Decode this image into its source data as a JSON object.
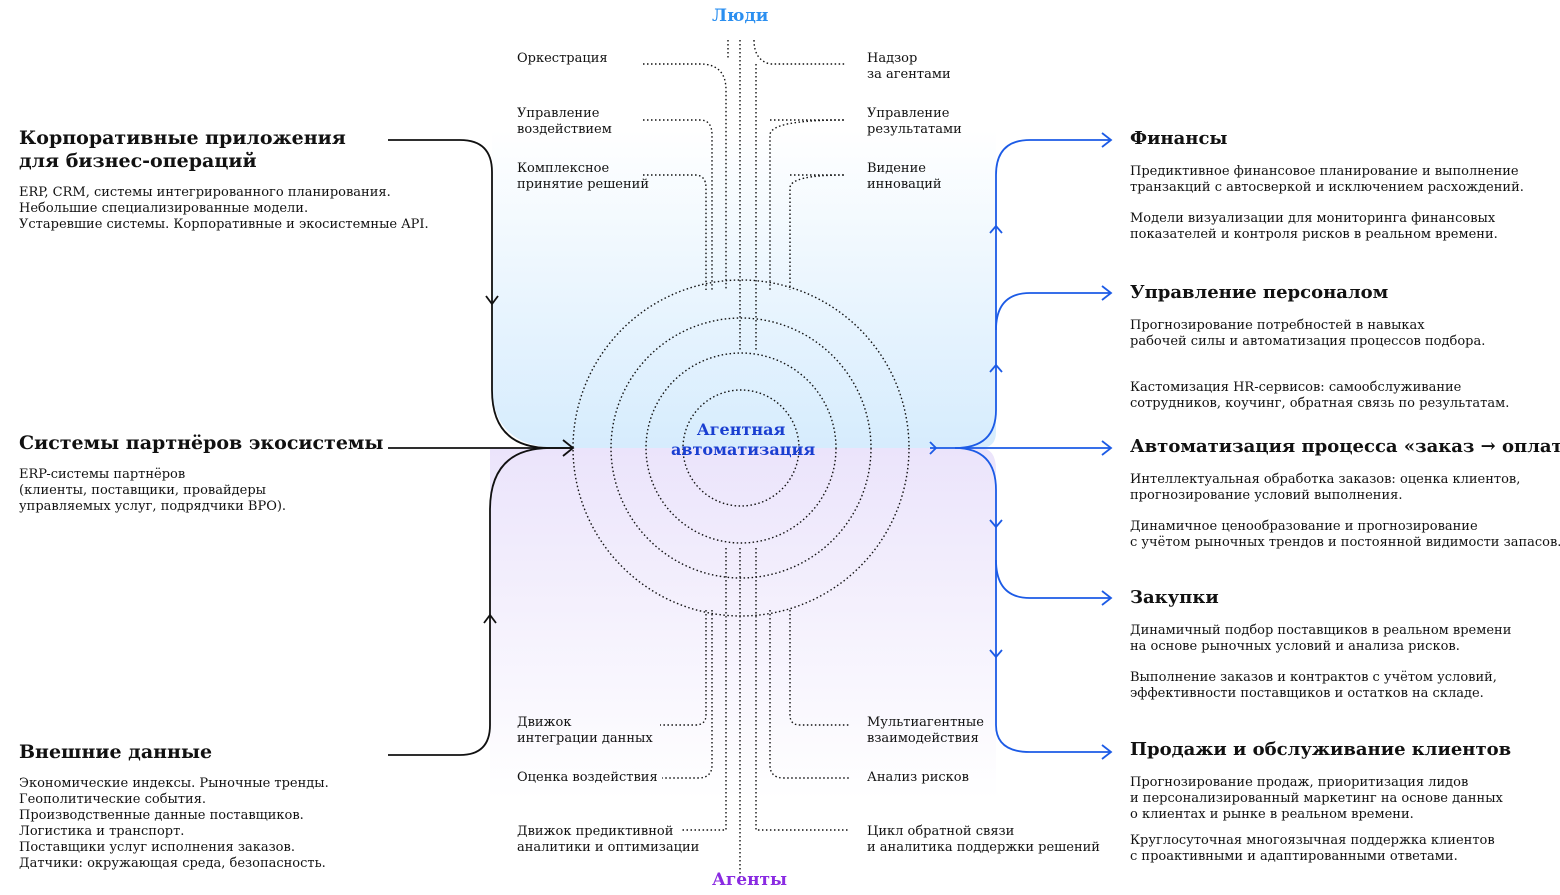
{
  "poles": {
    "top": "Люди",
    "bottom": "Агенты",
    "top_color": "#2b8ff0",
    "bottom_color": "#8a2be2"
  },
  "center": {
    "lines": [
      "Агентная",
      "автоматизация"
    ],
    "color": "#1a3fd1"
  },
  "colors": {
    "flow_blue": "#1c5be6",
    "flow_black": "#111111",
    "top_tint": "#dcefff",
    "bottom_tint": "#ece6fb"
  },
  "left": {
    "corporate": {
      "title_lines": [
        "Корпоративные приложения",
        "для бизнес-операций"
      ],
      "body_lines": [
        "ERP, CRM, системы интегрированного планирования.",
        "Небольшие специализированные модели.",
        "Устаревшие системы. Корпоративные и экосистемные API."
      ]
    },
    "partners": {
      "title_lines": [
        "Системы партнёров экосистемы"
      ],
      "body_lines": [
        "ERP-системы партнёров",
        "(клиенты, поставщики, провайдеры",
        "управляемых услуг, подрядчики BPO)."
      ]
    },
    "external": {
      "title_lines": [
        "Внешние данные"
      ],
      "body_lines": [
        "Экономические индексы. Рыночные тренды.",
        "Геополитические события.",
        "Производственные данные поставщиков.",
        "Логистика и транспорт.",
        "Поставщики услуг исполнения заказов.",
        "Датчики: окружающая среда, безопасность."
      ]
    }
  },
  "people_caps": {
    "left": [
      {
        "lines": [
          "Оркестрация"
        ]
      },
      {
        "lines": [
          "Управление",
          "воздействием"
        ]
      },
      {
        "lines": [
          "Комплексное",
          "принятие решений"
        ]
      }
    ],
    "right": [
      {
        "lines": [
          "Надзор",
          "за агентами"
        ]
      },
      {
        "lines": [
          "Управление",
          "результатами"
        ]
      },
      {
        "lines": [
          "Видение",
          "инноваций"
        ]
      }
    ]
  },
  "agent_caps": {
    "left": [
      {
        "lines": [
          "Движок",
          "интеграции данных"
        ]
      },
      {
        "lines": [
          "Оценка воздействия"
        ]
      },
      {
        "lines": [
          "Движок предиктивной",
          "аналитики и оптимизации"
        ]
      }
    ],
    "right": [
      {
        "lines": [
          "Мультиагентные",
          "взаимодействия"
        ]
      },
      {
        "lines": [
          "Анализ рисков"
        ]
      },
      {
        "lines": [
          "Цикл обратной связи",
          "и аналитика поддержки решений"
        ]
      }
    ]
  },
  "right": [
    {
      "title": "Финансы",
      "paragraphs": [
        [
          "Предиктивное финансовое планирование и выполнение",
          "транзакций с автосверкой и исключением расхождений."
        ],
        [
          "Модели визуализации для мониторинга финансовых",
          "показателей и контроля рисков в реальном времени."
        ]
      ]
    },
    {
      "title": "Управление персоналом",
      "paragraphs": [
        [
          "Прогнозирование потребностей в навыках",
          "рабочей силы и автоматизация процессов подбора."
        ],
        [
          "Кастомизация HR-сервисов: самообслуживание",
          "сотрудников, коучинг, обратная связь по результатам."
        ]
      ]
    },
    {
      "title": "Автоматизация процесса «заказ → оплата»",
      "paragraphs": [
        [
          "Интеллектуальная обработка заказов: оценка клиентов,",
          "прогнозирование условий выполнения."
        ],
        [
          "Динамичное ценообразование и прогнозирование",
          "с учётом рыночных трендов и постоянной видимости запасов."
        ]
      ]
    },
    {
      "title": "Закупки",
      "paragraphs": [
        [
          "Динамичный подбор поставщиков в реальном времени",
          "на основе рыночных условий и анализа рисков."
        ],
        [
          "Выполнение заказов и контрактов с учётом условий,",
          "эффективности поставщиков и остатков на складе."
        ]
      ]
    },
    {
      "title": "Продажи и обслуживание клиентов",
      "paragraphs": [
        [
          "Прогнозирование продаж, приоритизация лидов",
          "и персонализированный маркетинг на основе данных",
          "о клиентах и рынке в реальном времени."
        ],
        [
          "Круглосуточная многоязычная поддержка клиентов",
          "с проактивными и адаптированными ответами."
        ]
      ]
    }
  ]
}
